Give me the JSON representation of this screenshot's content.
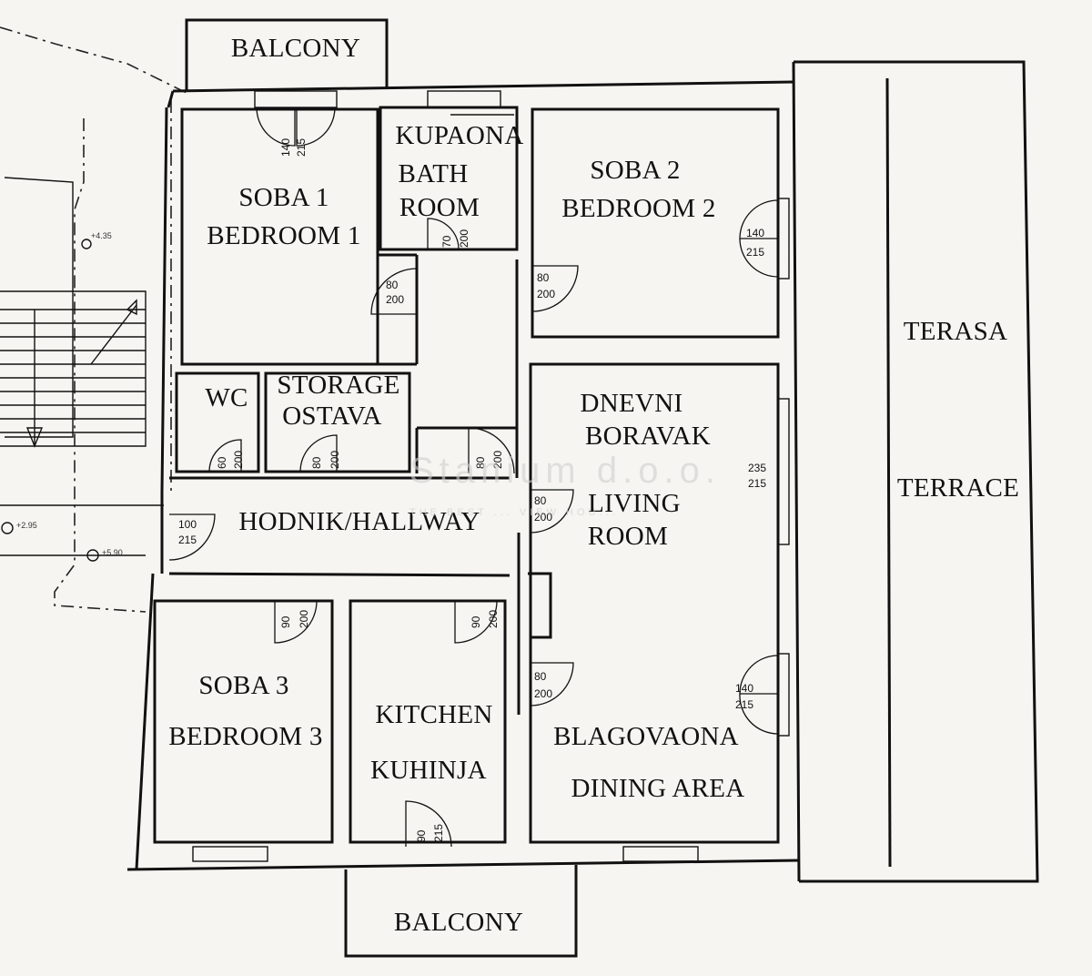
{
  "rooms": {
    "balcony_top": "BALCONY",
    "bedroom1_hr": "SOBA 1",
    "bedroom1_en": "BEDROOM 1",
    "bath_hr": "KUPAONA",
    "bath_en1": "BATH",
    "bath_en2": "ROOM",
    "bedroom2_hr": "SOBA 2",
    "bedroom2_en": "BEDROOM 2",
    "wc": "WC",
    "storage_en": "STORAGE",
    "storage_hr": "OSTAVA",
    "living_hr1": "DNEVNI",
    "living_hr2": "BORAVAK",
    "living_en1": "LIVING",
    "living_en2": "ROOM",
    "terrace_hr": "TERASA",
    "terrace_en": "TERRACE",
    "hallway": "HODNIK/HALLWAY",
    "bedroom3_hr": "SOBA 3",
    "bedroom3_en": "BEDROOM 3",
    "kitchen_en": "KITCHEN",
    "kitchen_hr": "KUHINJA",
    "dining_hr": "BLAGOVAONA",
    "dining_en": "DINING AREA",
    "balcony_bottom": "BALCONY"
  },
  "dimensions": {
    "bed1_window_w": "140",
    "bed1_window_h": "215",
    "bath_door_w": "70",
    "bath_door_h": "200",
    "bed1_door_w": "80",
    "bed1_door_h": "200",
    "bed2_door_w": "80",
    "bed2_door_h": "200",
    "bed2_window_w": "140",
    "bed2_window_h": "215",
    "wc_door_w": "60",
    "wc_door_h": "200",
    "storage_door_w": "80",
    "storage_door_h": "200",
    "hall_door_w": "80",
    "hall_door_h": "200",
    "living_window_w": "235",
    "living_window_h": "215",
    "living_door_w": "80",
    "living_door_h": "200",
    "entry_door_w": "100",
    "entry_door_h": "215",
    "bed3_door_w": "90",
    "bed3_door_h": "200",
    "kitchen_door_w": "90",
    "kitchen_door_h": "200",
    "dining_door_w": "80",
    "dining_door_h": "200",
    "dining_window_w": "140",
    "dining_window_h": "215",
    "kitchen_balcony_door_w": "90",
    "kitchen_balcony_door_h": "215",
    "level_a": "+4.35",
    "level_b": "+2.95",
    "level_c": "+5.90"
  },
  "watermark": {
    "brand": "Stanium d.o.o.",
    "tagline": "THE BEST ... VIEW HOU..."
  }
}
